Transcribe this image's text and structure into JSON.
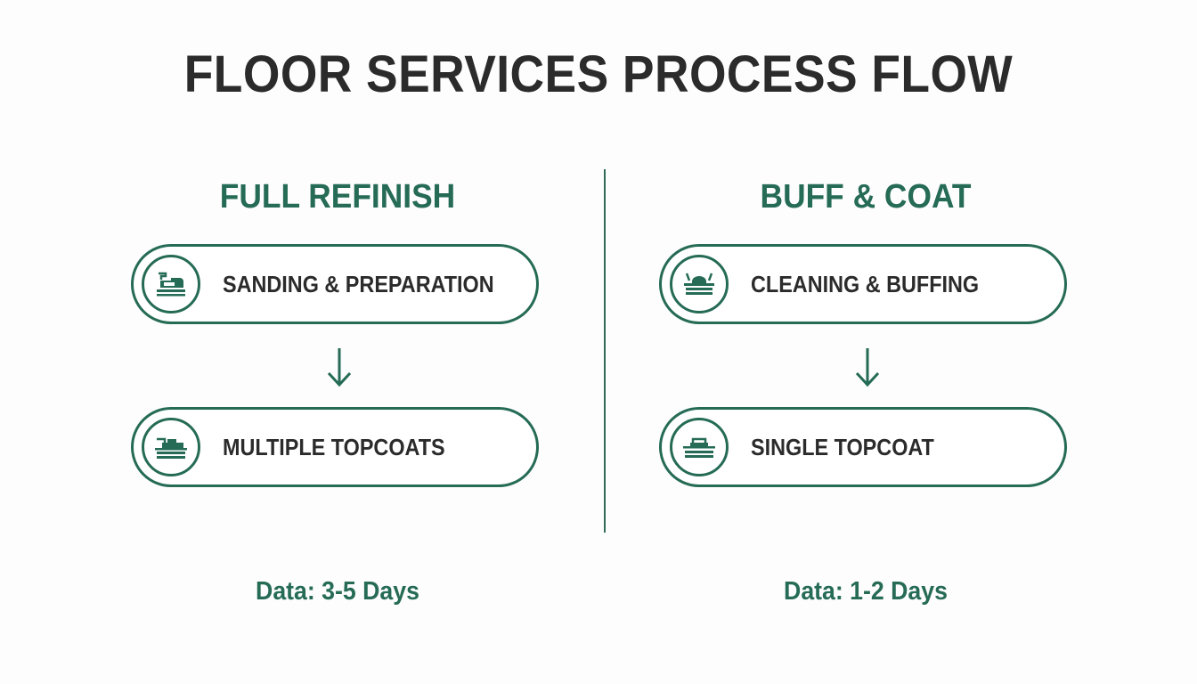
{
  "title": "FLOOR SERVICES PROCESS FLOW",
  "accent_color": "#256b55",
  "text_color": "#2b2b2b",
  "columns": [
    {
      "title": "FULL REFINISH",
      "steps": [
        {
          "label": "SANDING & PREPARATION",
          "icon": "floor-sander-icon"
        },
        {
          "label": "MULTIPLE TOPCOATS",
          "icon": "coating-machine-icon"
        }
      ],
      "arrow_icon": "down-arrow-icon",
      "duration": "Data: 3-5 Days"
    },
    {
      "title": "BUFF & COAT",
      "steps": [
        {
          "label": "CLEANING & BUFFING",
          "icon": "floor-buffer-icon"
        },
        {
          "label": "SINGLE TOPCOAT",
          "icon": "coating-machine-icon"
        }
      ],
      "arrow_icon": "down-arrow-icon",
      "duration": "Data: 1-2 Days"
    }
  ]
}
